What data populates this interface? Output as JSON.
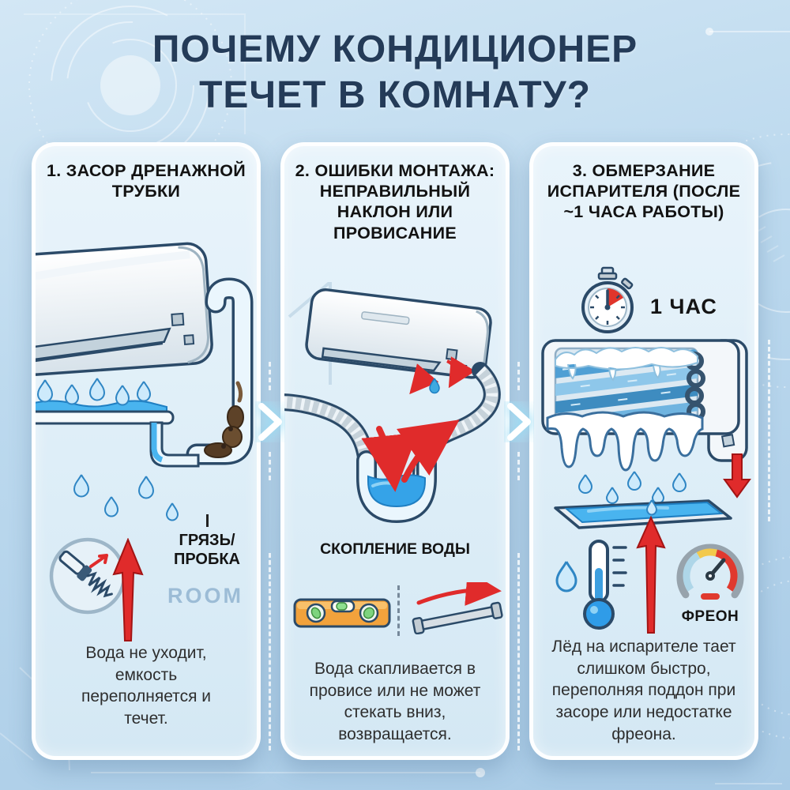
{
  "title": {
    "line1": "ПОЧЕМУ КОНДИЦИОНЕР",
    "line2": "ТЕЧЕТ В КОМНАТУ?"
  },
  "panels": [
    {
      "title": "1. ЗАСОР ДРЕНАЖНОЙ ТРУБКИ",
      "clog_label_line1": "ГРЯЗЬ/",
      "clog_label_line2": "ПРОБКА",
      "room_label": "ROOM",
      "caption": "Вода не уходит, емкость переполняется и течет.",
      "icons": [
        "ac-indoor-unit-leaking-icon",
        "overflow-tray-icon",
        "clogged-drain-pipe-icon",
        "water-drop-icon",
        "red-up-arrow-icon",
        "drain-cleaning-brush-icon"
      ]
    },
    {
      "title": "2. ОШИБКИ МОНТАЖА: НЕПРАВИЛЬНЫЙ НАКЛОН ИЛИ ПРОВИСАНИЕ",
      "water_label": "СКОПЛЕНИЕ ВОДЫ",
      "caption": "Вода скапливается в провисе или не может стекать вниз, возвращается.",
      "icons": [
        "tilted-ac-unit-icon",
        "sagging-drain-hose-icon",
        "water-trap-icon",
        "red-flow-arrow-icon",
        "spirit-level-icon",
        "sloped-pipe-icon"
      ]
    },
    {
      "title": "3. ОБМЕРЗАНИЕ ИСПАРИТЕЛЯ (ПОСЛЕ ~1 ЧАСА РАБОТЫ)",
      "hour_label": "1 ЧАС",
      "freon_label": "ФРЕОН",
      "caption": "Лёд на испарителе тает слишком быстро, переполняя поддон при засоре или недостатке фреона.",
      "icons": [
        "stopwatch-icon",
        "frozen-evaporator-icon",
        "icicles-icon",
        "drip-tray-icon",
        "red-down-arrow-icon",
        "red-up-arrow-icon",
        "thermometer-icon",
        "pressure-gauge-icon"
      ]
    }
  ],
  "separators": {
    "chevron_icon": "chevron-right-icon"
  },
  "colors": {
    "accent_red": "#e02b2b",
    "water_blue": "#3fa9e0",
    "title_navy": "#243b58",
    "panel_bg": "#e3f0f8",
    "page_bg": "#b0d1ea",
    "level_orange": "#f2a23c",
    "room_label": "#9cbcd6",
    "outline_navy": "#2b4a68"
  }
}
